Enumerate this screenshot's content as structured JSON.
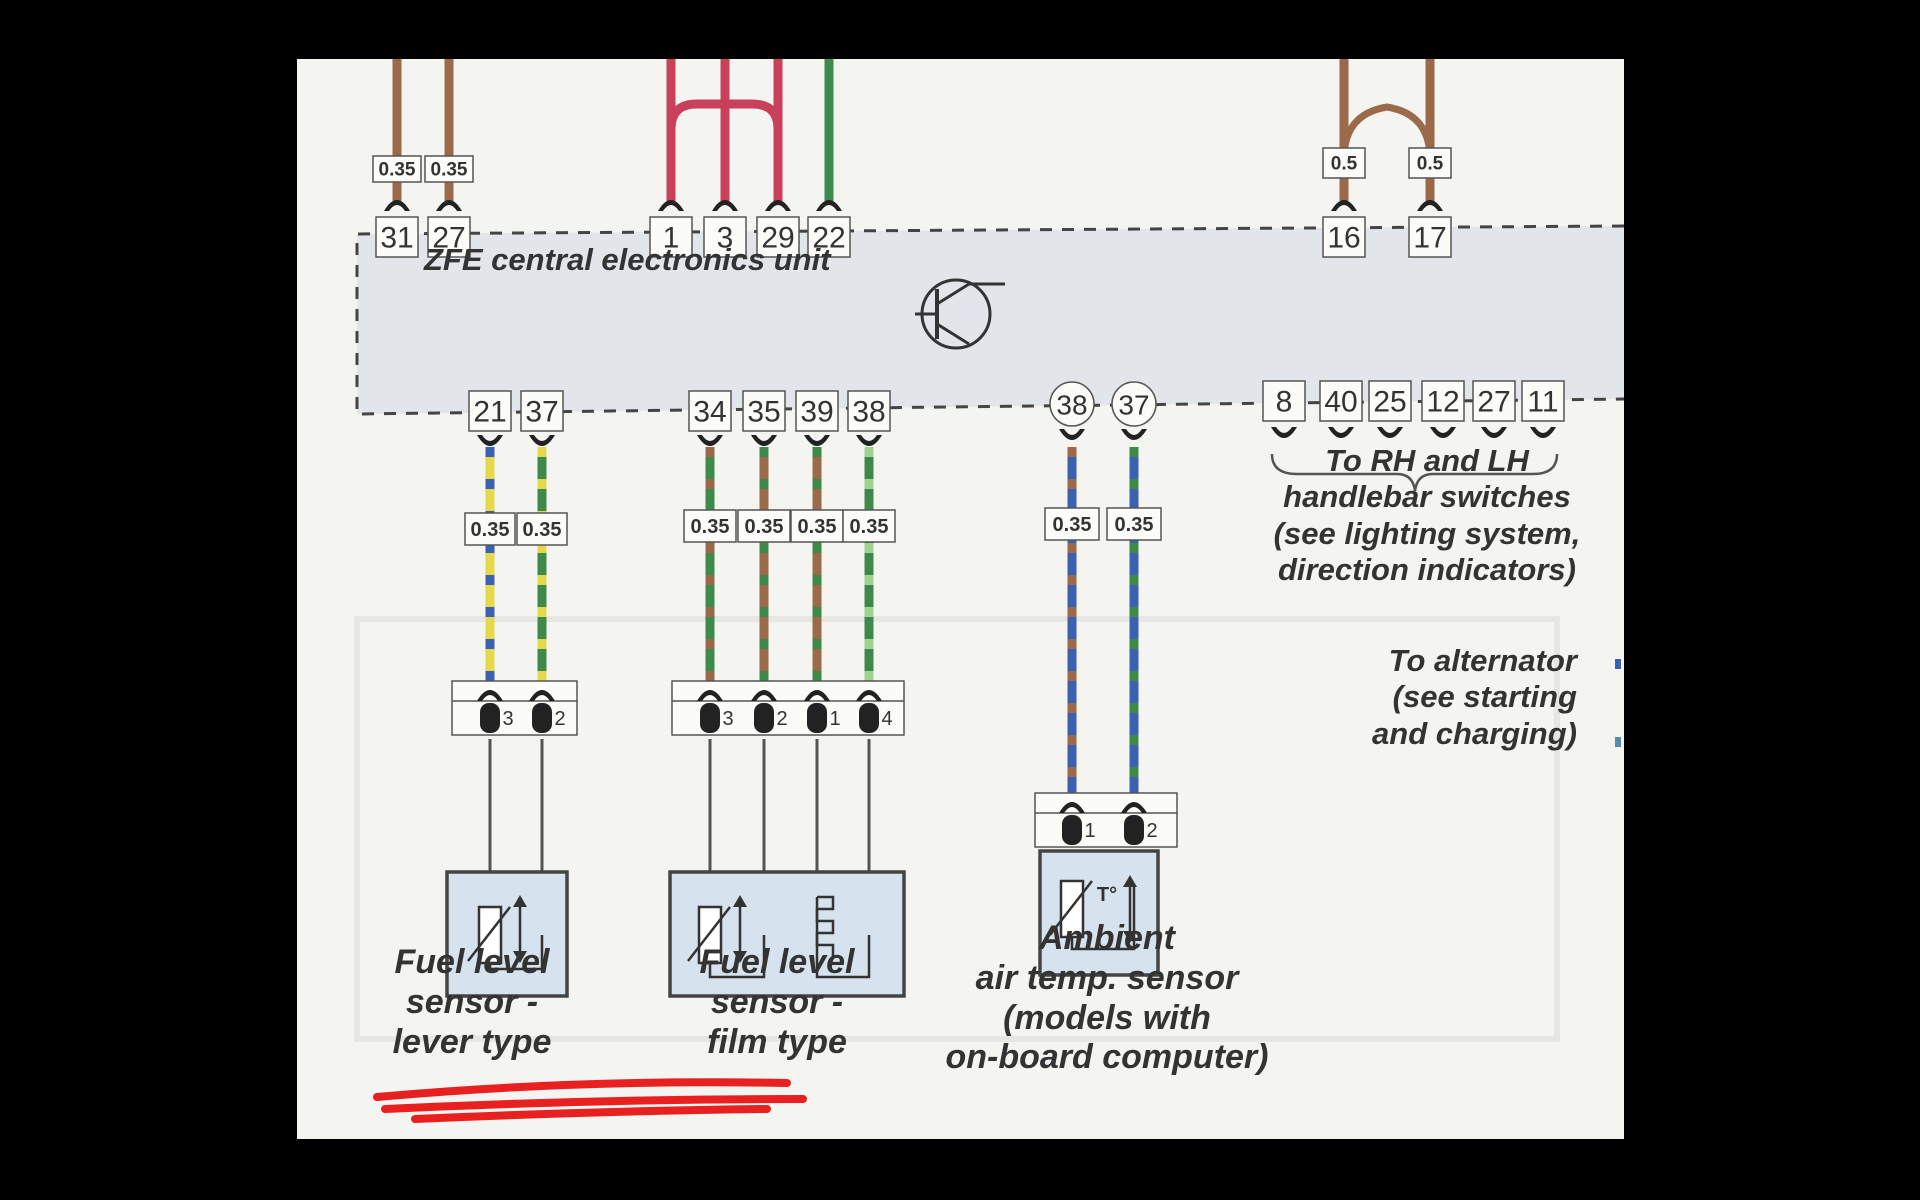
{
  "ecu": {
    "title": "ZFE central electronics unit",
    "top_pins": [
      "31",
      "27",
      "1",
      "3",
      "29",
      "22",
      "16",
      "17"
    ],
    "top_gauges": [
      "0.35",
      "0.35",
      "0.5",
      "0.5"
    ],
    "bottom_pins": [
      "21",
      "37",
      "34",
      "35",
      "39",
      "38",
      "8",
      "40",
      "25",
      "12",
      "27",
      "11"
    ],
    "round_pins": [
      "38",
      "37"
    ]
  },
  "wire_gauge": "0.35",
  "lever_sensor": {
    "label": "Fuel level\nsensor -\nlever type",
    "pins": [
      "3",
      "2"
    ]
  },
  "film_sensor": {
    "label": "Fuel level\nsensor -\nfilm type",
    "pins": [
      "3",
      "2",
      "1",
      "4"
    ]
  },
  "ambient_sensor": {
    "label": "Ambient\nair temp. sensor\n(models with\non-board computer)",
    "pins": [
      "1",
      "2"
    ],
    "symbol": "T°"
  },
  "notes": {
    "handlebar": "To RH and LH\nhandlebar switches\n(see lighting system,\ndirection indicators)",
    "alternator": "To alternator\n(see starting\nand charging)"
  },
  "colors": {
    "paper": "#f4f4f1",
    "ecu_fill": "#e2e5ea",
    "sensor_fill": "#d6e2ee",
    "wire_red": "#c8405a",
    "wire_green": "#3d8a4a",
    "wire_blue": "#3a62b0",
    "wire_yellow": "#e6d84a",
    "wire_brown": "#9a6a4a",
    "marker": "#e82020"
  }
}
